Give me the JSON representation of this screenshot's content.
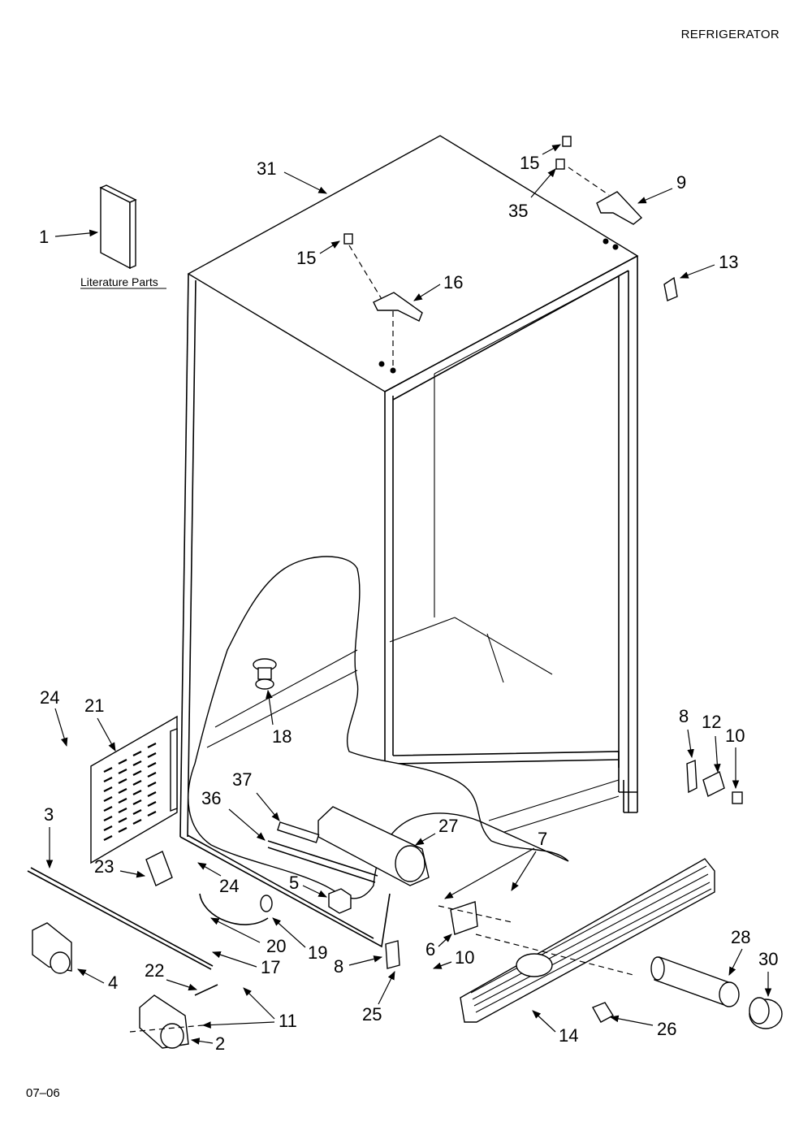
{
  "header": {
    "title": "REFRIGERATOR"
  },
  "footer": {
    "date_code": "07–06"
  },
  "literature": {
    "label": "Literature Parts"
  },
  "callouts": [
    {
      "id": "1",
      "label": "1"
    },
    {
      "id": "2",
      "label": "2"
    },
    {
      "id": "3",
      "label": "3"
    },
    {
      "id": "4",
      "label": "4"
    },
    {
      "id": "5",
      "label": "5"
    },
    {
      "id": "6",
      "label": "6"
    },
    {
      "id": "7",
      "label": "7"
    },
    {
      "id": "8a",
      "label": "8"
    },
    {
      "id": "8b",
      "label": "8"
    },
    {
      "id": "9",
      "label": "9"
    },
    {
      "id": "10a",
      "label": "10"
    },
    {
      "id": "10b",
      "label": "10"
    },
    {
      "id": "11",
      "label": "11"
    },
    {
      "id": "12",
      "label": "12"
    },
    {
      "id": "13",
      "label": "13"
    },
    {
      "id": "14",
      "label": "14"
    },
    {
      "id": "15a",
      "label": "15"
    },
    {
      "id": "15b",
      "label": "15"
    },
    {
      "id": "16",
      "label": "16"
    },
    {
      "id": "17",
      "label": "17"
    },
    {
      "id": "18",
      "label": "18"
    },
    {
      "id": "19",
      "label": "19"
    },
    {
      "id": "20",
      "label": "20"
    },
    {
      "id": "21",
      "label": "21"
    },
    {
      "id": "22",
      "label": "22"
    },
    {
      "id": "23",
      "label": "23"
    },
    {
      "id": "24a",
      "label": "24"
    },
    {
      "id": "24b",
      "label": "24"
    },
    {
      "id": "25",
      "label": "25"
    },
    {
      "id": "26",
      "label": "26"
    },
    {
      "id": "27",
      "label": "27"
    },
    {
      "id": "28",
      "label": "28"
    },
    {
      "id": "30",
      "label": "30"
    },
    {
      "id": "31",
      "label": "31"
    },
    {
      "id": "35",
      "label": "35"
    },
    {
      "id": "36",
      "label": "36"
    },
    {
      "id": "37",
      "label": "37"
    }
  ]
}
